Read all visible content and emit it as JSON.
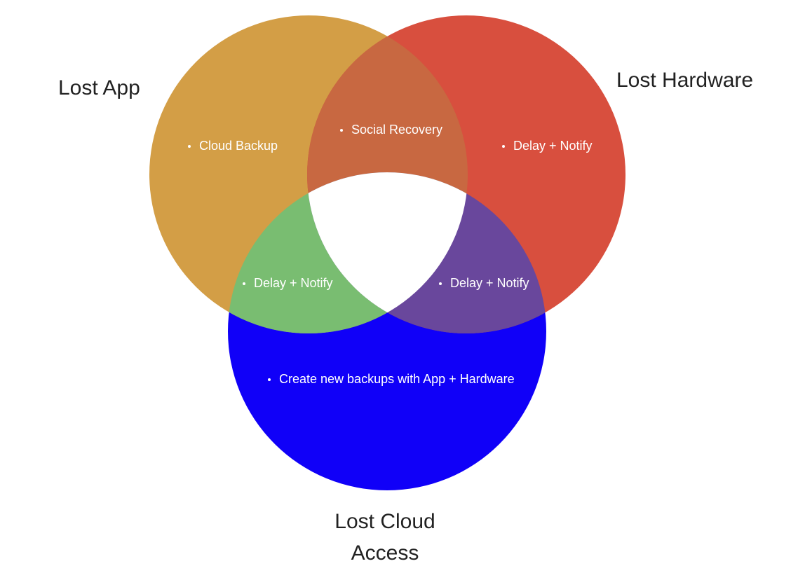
{
  "sets": {
    "lost_app": {
      "label": "Lost App",
      "color": "#d39e46"
    },
    "lost_hardware": {
      "label": "Lost Hardware",
      "color": "#d84f3e"
    },
    "lost_cloud": {
      "label_line1": "Lost Cloud",
      "label_line2": "Access",
      "color": "#1000f8"
    }
  },
  "overlap_colors": {
    "app_hardware": "#c86841",
    "app_cloud": "#79bd71",
    "hardware_cloud": "#69479c",
    "all_three": "#ffffff"
  },
  "regions": {
    "app_only": "Cloud Backup",
    "app_hardware": "Social Recovery",
    "hardware_only": "Delay + Notify",
    "app_cloud": "Delay + Notify",
    "hardware_cloud": "Delay + Notify",
    "cloud_only": "Create new backups with App + Hardware"
  }
}
